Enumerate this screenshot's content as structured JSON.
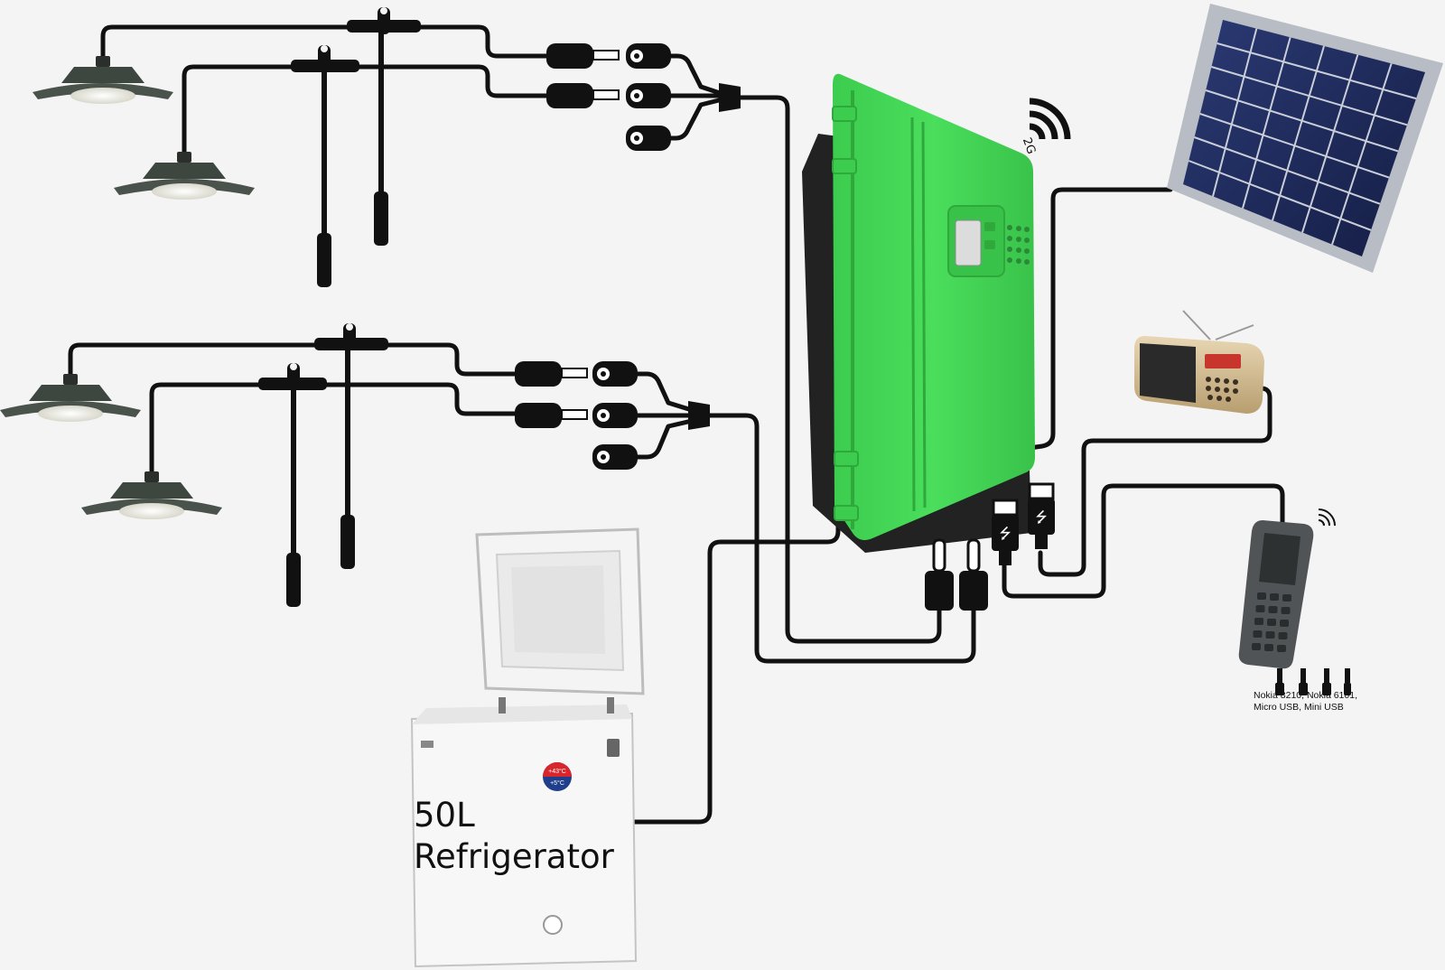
{
  "diagram": {
    "signal_badge": "2G",
    "refrigerator": {
      "capacity": "50L",
      "name": "Refrigerator",
      "temp_high": "+43°C",
      "temp_low": "+5°C"
    },
    "phone_connectors": {
      "line1": "Nokia 8210, Nokia 6101,",
      "line2": "Micro USB, Mini USB"
    }
  },
  "colors": {
    "background": "#f4f4f4",
    "controller_body": "#44d455",
    "controller_shadow": "#2fa83c",
    "cable": "#111111",
    "lamp_shade": "#3e4640",
    "solar_cell": "#1c2a5c",
    "solar_frame": "#b8bcc4",
    "fridge_body": "#f7f7f7",
    "badge_red": "#d8262c",
    "badge_blue": "#1f3f8c"
  },
  "icons": [
    "pendant-lamp-icon",
    "solar-panel-icon",
    "radio-icon",
    "mobile-phone-icon",
    "usb-icon",
    "wifi-signal-icon",
    "dc-plug-icon"
  ]
}
